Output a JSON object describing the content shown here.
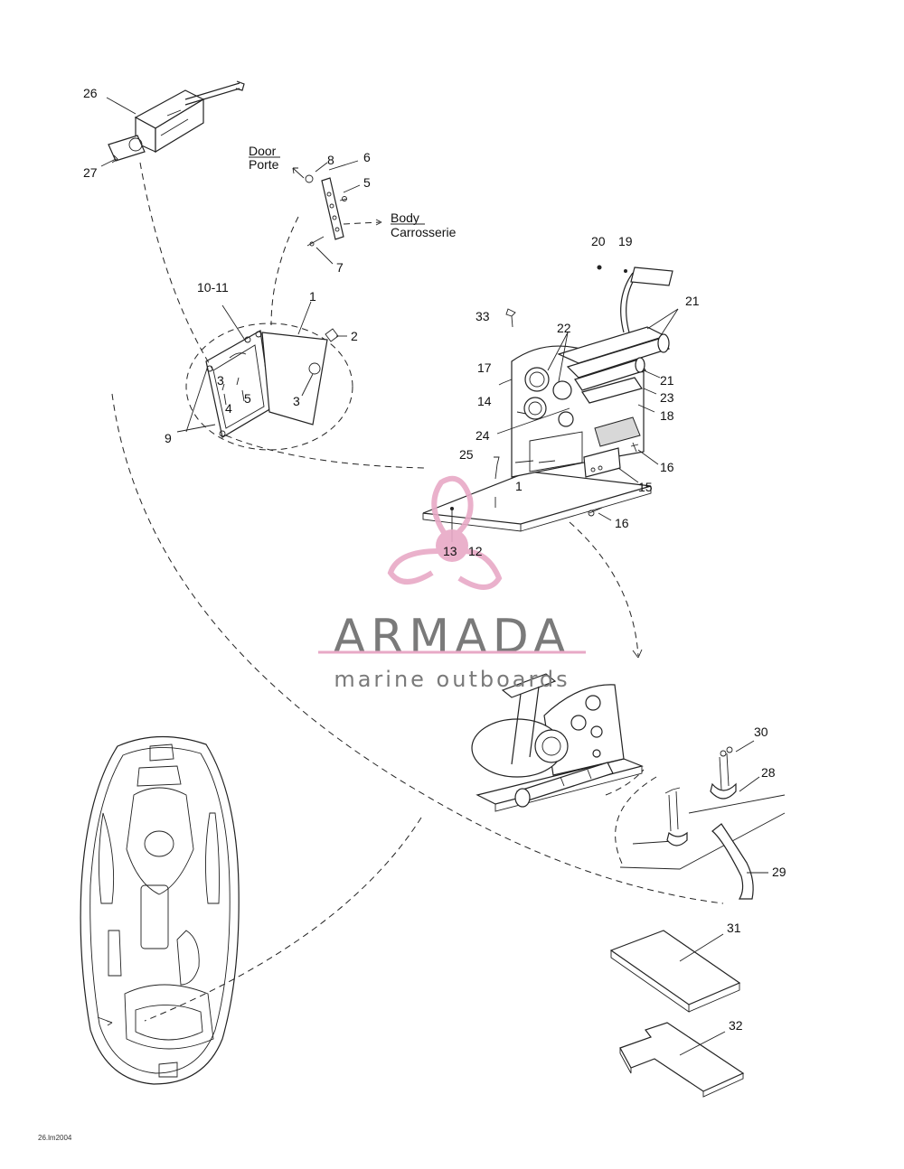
{
  "callouts": {
    "c26": "26",
    "c27": "27",
    "c8": "8",
    "c6": "6",
    "c5a": "5",
    "c7": "7",
    "c1a": "1",
    "c2": "2",
    "c3a": "3",
    "c3b": "3",
    "c4": "4",
    "c5b": "5",
    "c10_11": "10-11",
    "c9": "9",
    "c20": "20",
    "c19": "19",
    "c21a": "21",
    "c21b": "21",
    "c33": "33",
    "c22": "22",
    "c17": "17",
    "c23": "23",
    "c14": "14",
    "c18": "18",
    "c24": "24",
    "c25": "25",
    "c16a": "16",
    "c1b": "1",
    "c15": "15",
    "c16b": "16",
    "c13": "13",
    "c12": "12",
    "c30": "30",
    "c28": "28",
    "c29": "29",
    "c31": "31",
    "c32": "32"
  },
  "notes": {
    "door_line1": "Door",
    "door_line2": "Porte",
    "body_line1": "Body",
    "body_line2": "Carrosserie",
    "figure_code": "26.lm2004"
  },
  "watermark": {
    "brand": "ARMADA",
    "tagline": "marine outboards",
    "brand_color": "#7a7a7a",
    "logo_color": "#e8a9c6"
  }
}
